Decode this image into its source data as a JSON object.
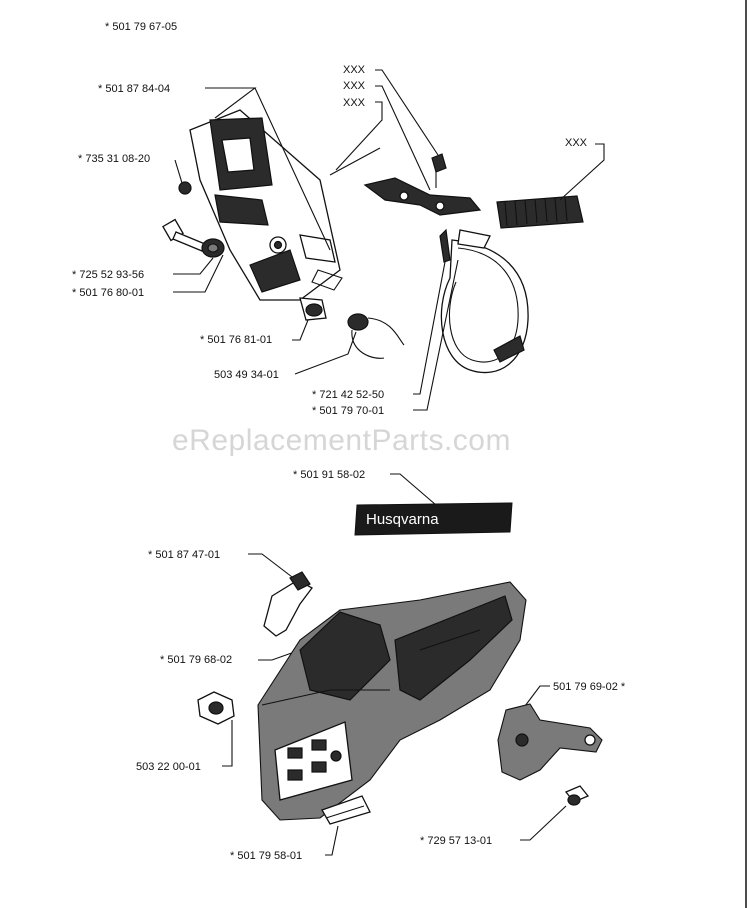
{
  "watermark": "eReplacementParts.com",
  "brand_plate": "Husqvarna",
  "labels": {
    "top_kit": "*        501 79 67-05",
    "cover": "*  501 87 84-04",
    "screw_735": "*  735 31 08-20",
    "bolt_725": "*  725 52 93-56",
    "washer_50176801a": "*  501 76 80-01",
    "nut_50176811": "*  501 76 81-01",
    "spring_503": "503 49 34-01",
    "xxx1": "XXX",
    "xxx2": "XXX",
    "xxx3": "XXX",
    "xxx4": "XXX",
    "band_721": "*  721 42 52-50",
    "band_50179701": "*  501 79 70-01",
    "plate_50191": "*  501 91 58-02",
    "guard_50187": "*  501 87 47-01",
    "housing_50179682": "*  501 79 68-02",
    "nut_503220": "503 22 00-01",
    "bracket_50179692": "501 79 69-02  *",
    "screw_729": "*  729 57 13-01",
    "pad_50179581": "*  501 79 58-01"
  }
}
